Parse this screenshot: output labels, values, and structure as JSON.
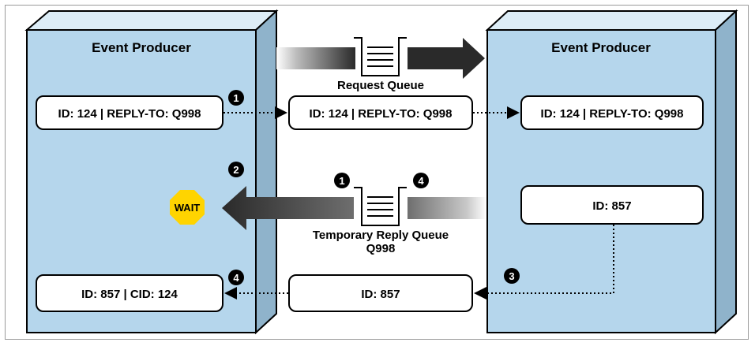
{
  "colors": {
    "panel_front": "#B5D6EC",
    "panel_top": "#DDEDF7",
    "panel_side": "#8FB3CB",
    "box_fill": "#FFFFFF",
    "stroke": "#000000",
    "wait_sign": "#FFD400",
    "arrow_dark": "#2A2A2A"
  },
  "left_panel": {
    "title": "Event Producer"
  },
  "right_panel": {
    "title": "Event Producer"
  },
  "request_queue": {
    "label": "Request Queue"
  },
  "reply_queue": {
    "label_line1": "Temporary Reply Queue",
    "label_line2": "Q998"
  },
  "messages": {
    "left_request": "ID: 124 | REPLY-TO: Q998",
    "queue_request": "ID: 124 | REPLY-TO: Q998",
    "right_request": "ID: 124 | REPLY-TO: Q998",
    "right_reply": "ID: 857",
    "queue_reply": "ID: 857",
    "left_reply": "ID: 857 | CID: 124"
  },
  "wait_sign": {
    "label": "WAIT"
  },
  "steps": {
    "send_request": "1",
    "wait": "2",
    "reply_sent": "3",
    "reply_received": "4",
    "queue_created": "1",
    "queue_deleted": "4"
  },
  "icons": {
    "queue": "queue-icon",
    "wait": "octagon-stop-icon",
    "arrow": "arrow-right-icon"
  }
}
